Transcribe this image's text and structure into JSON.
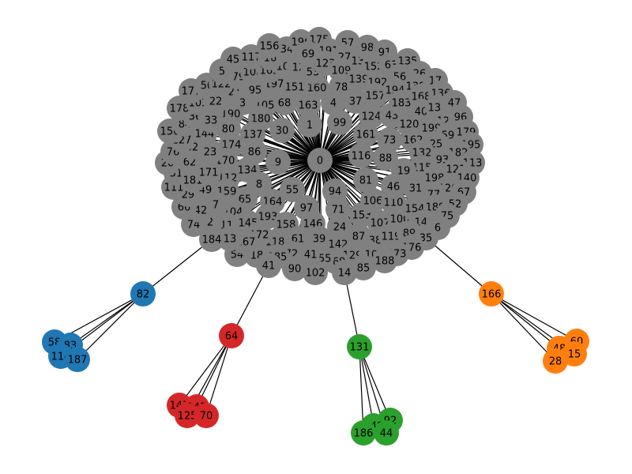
{
  "colors": {
    "core": "#808080",
    "blue": "#1f77b4",
    "red": "#d62728",
    "green": "#2ca02c",
    "orange": "#ff7f0e",
    "edge": "#000000",
    "background": "#ffffff"
  },
  "hub": "0",
  "core_nodes": [
    [
      "0",
      405,
      203
    ],
    [
      "1",
      392,
      158
    ],
    [
      "4",
      422,
      130
    ],
    [
      "30",
      357,
      165
    ],
    [
      "99",
      430,
      155
    ],
    [
      "163",
      390,
      133
    ],
    [
      "68",
      360,
      130
    ],
    [
      "105",
      335,
      133
    ],
    [
      "180",
      330,
      150
    ],
    [
      "137",
      320,
      170
    ],
    [
      "86",
      322,
      192
    ],
    [
      "9",
      352,
      205
    ],
    [
      "134",
      313,
      215
    ],
    [
      "8",
      328,
      233
    ],
    [
      "55",
      370,
      240
    ],
    [
      "65",
      310,
      252
    ],
    [
      "164",
      345,
      255
    ],
    [
      "193",
      339,
      274
    ],
    [
      "97",
      388,
      263
    ],
    [
      "146",
      396,
      283
    ],
    [
      "94",
      424,
      242
    ],
    [
      "71",
      428,
      265
    ],
    [
      "24",
      430,
      287
    ],
    [
      "116",
      457,
      197
    ],
    [
      "81",
      463,
      228
    ],
    [
      "88",
      488,
      200
    ],
    [
      "73",
      493,
      177
    ],
    [
      "161",
      463,
      170
    ],
    [
      "124",
      470,
      147
    ],
    [
      "43",
      496,
      146
    ],
    [
      "37",
      450,
      128
    ],
    [
      "78",
      432,
      110
    ],
    [
      "160",
      401,
      111
    ],
    [
      "151",
      373,
      110
    ],
    [
      "197",
      347,
      106
    ],
    [
      "95",
      323,
      114
    ],
    [
      "21",
      297,
      116
    ],
    [
      "3",
      307,
      130
    ],
    [
      "190",
      292,
      144
    ],
    [
      "80",
      289,
      163
    ],
    [
      "174",
      293,
      183
    ],
    [
      "170",
      285,
      203
    ],
    [
      "112",
      288,
      225
    ],
    [
      "159",
      287,
      242
    ],
    [
      "104",
      295,
      268
    ],
    [
      "145",
      314,
      282
    ],
    [
      "158",
      362,
      284
    ],
    [
      "118",
      348,
      306
    ],
    [
      "172",
      328,
      297
    ],
    [
      "61",
      377,
      302
    ],
    [
      "39",
      404,
      302
    ],
    [
      "142",
      428,
      309
    ],
    [
      "87",
      454,
      299
    ],
    [
      "153",
      458,
      272
    ],
    [
      "106",
      472,
      254
    ],
    [
      "110",
      498,
      256
    ],
    [
      "107",
      481,
      282
    ],
    [
      "100",
      506,
      277
    ],
    [
      "38",
      475,
      304
    ],
    [
      "119",
      495,
      299
    ],
    [
      "129",
      446,
      323
    ],
    [
      "10",
      470,
      322
    ],
    [
      "169",
      425,
      331
    ],
    [
      "155",
      407,
      327
    ],
    [
      "141",
      389,
      322
    ],
    [
      "72",
      369,
      321
    ],
    [
      "185",
      351,
      325
    ],
    [
      "18",
      325,
      323
    ],
    [
      "54",
      300,
      322
    ],
    [
      "167",
      311,
      306
    ],
    [
      "11",
      287,
      285
    ],
    [
      "13",
      291,
      302
    ],
    [
      "184",
      268,
      303
    ],
    [
      "2",
      266,
      281
    ],
    [
      "74",
      245,
      284
    ],
    [
      "7",
      273,
      259
    ],
    [
      "42",
      254,
      266
    ],
    [
      "66",
      233,
      262
    ],
    [
      "29",
      238,
      246
    ],
    [
      "49",
      260,
      240
    ],
    [
      "111",
      220,
      237
    ],
    [
      "51",
      223,
      219
    ],
    [
      "181",
      244,
      228
    ],
    [
      "171",
      264,
      218
    ],
    [
      "20",
      212,
      206
    ],
    [
      "62",
      240,
      205
    ],
    [
      "76",
      219,
      192
    ],
    [
      "32",
      243,
      186
    ],
    [
      "23",
      266,
      192
    ],
    [
      "127",
      230,
      177
    ],
    [
      "144",
      259,
      169
    ],
    [
      "150",
      215,
      166
    ],
    [
      "84",
      234,
      157
    ],
    [
      "36",
      247,
      147
    ],
    [
      "33",
      267,
      152
    ],
    [
      "178",
      227,
      137
    ],
    [
      "103",
      251,
      130
    ],
    [
      "22",
      273,
      128
    ],
    [
      "177",
      242,
      115
    ],
    [
      "50",
      262,
      108
    ],
    [
      "122",
      280,
      106
    ],
    [
      "79",
      302,
      97
    ],
    [
      "108",
      320,
      91
    ],
    [
      "165",
      341,
      89
    ],
    [
      "101",
      362,
      84
    ],
    [
      "12",
      378,
      85
    ],
    [
      "53",
      396,
      91
    ],
    [
      "5",
      281,
      90
    ],
    [
      "45",
      295,
      75
    ],
    [
      "117",
      318,
      72
    ],
    [
      "16",
      342,
      73
    ],
    [
      "34",
      363,
      62
    ],
    [
      "156",
      341,
      58
    ],
    [
      "196",
      381,
      53
    ],
    [
      "175",
      404,
      50
    ],
    [
      "69",
      390,
      68
    ],
    [
      "191",
      416,
      64
    ],
    [
      "57",
      440,
      54
    ],
    [
      "27",
      436,
      72
    ],
    [
      "123",
      412,
      80
    ],
    [
      "109",
      432,
      89
    ],
    [
      "130",
      457,
      77
    ],
    [
      "98",
      465,
      60
    ],
    [
      "91",
      487,
      66
    ],
    [
      "152",
      473,
      84
    ],
    [
      "63",
      495,
      82
    ],
    [
      "135",
      516,
      77
    ],
    [
      "139",
      454,
      100
    ],
    [
      "192",
      478,
      104
    ],
    [
      "157",
      475,
      121
    ],
    [
      "56",
      506,
      97
    ],
    [
      "26",
      531,
      93
    ],
    [
      "194",
      500,
      114
    ],
    [
      "138",
      526,
      109
    ],
    [
      "17",
      551,
      102
    ],
    [
      "183",
      508,
      130
    ],
    [
      "168",
      533,
      122
    ],
    [
      "136",
      558,
      118
    ],
    [
      "40",
      533,
      141
    ],
    [
      "133",
      554,
      136
    ],
    [
      "47",
      575,
      130
    ],
    [
      "120",
      518,
      157
    ],
    [
      "128",
      565,
      153
    ],
    [
      "199",
      546,
      162
    ],
    [
      "96",
      583,
      148
    ],
    [
      "162",
      523,
      177
    ],
    [
      "59",
      567,
      171
    ],
    [
      "179",
      590,
      167
    ],
    [
      "25",
      552,
      182
    ],
    [
      "132",
      534,
      193
    ],
    [
      "195",
      596,
      183
    ],
    [
      "182",
      580,
      193
    ],
    [
      "93",
      560,
      202
    ],
    [
      "113",
      598,
      206
    ],
    [
      "121",
      577,
      214
    ],
    [
      "115",
      534,
      212
    ],
    [
      "19",
      511,
      216
    ],
    [
      "198",
      550,
      225
    ],
    [
      "140",
      591,
      225
    ],
    [
      "31",
      526,
      238
    ],
    [
      "46",
      498,
      236
    ],
    [
      "126",
      567,
      238
    ],
    [
      "67",
      587,
      243
    ],
    [
      "77",
      549,
      246
    ],
    [
      "189",
      551,
      262
    ],
    [
      "52",
      576,
      258
    ],
    [
      "154",
      525,
      264
    ],
    [
      "75",
      566,
      273
    ],
    [
      "148",
      537,
      281
    ],
    [
      "6",
      554,
      288
    ],
    [
      "89",
      518,
      295
    ],
    [
      "35",
      539,
      301
    ],
    [
      "176",
      521,
      313
    ],
    [
      "173",
      502,
      321
    ],
    [
      "188",
      487,
      330
    ],
    [
      "85",
      460,
      339
    ],
    [
      "14",
      436,
      345
    ],
    [
      "102",
      399,
      345
    ],
    [
      "90",
      373,
      340
    ],
    [
      "41",
      340,
      336
    ]
  ],
  "clusters": [
    {
      "color_key": "blue",
      "parent": "82",
      "parent_pos": [
        181,
        372
      ],
      "attach": [
        268,
        303
      ],
      "children": [
        [
          "58",
          69,
          433
        ],
        [
          "83",
          89,
          437
        ],
        [
          "114",
          77,
          451
        ],
        [
          "187",
          98,
          455
        ]
      ]
    },
    {
      "color_key": "red",
      "parent": "64",
      "parent_pos": [
        293,
        425
      ],
      "attach": [
        340,
        336
      ],
      "children": [
        [
          "147",
          227,
          513
        ],
        [
          "143",
          249,
          515
        ],
        [
          "125",
          237,
          526
        ],
        [
          "70",
          261,
          526
        ]
      ]
    },
    {
      "color_key": "green",
      "parent": "131",
      "parent_pos": [
        455,
        439
      ],
      "attach": [
        436,
        345
      ],
      "children": [
        [
          "92",
          494,
          532
        ],
        [
          "149",
          473,
          539
        ],
        [
          "186",
          460,
          548
        ],
        [
          "44",
          489,
          548
        ]
      ]
    },
    {
      "color_key": "orange",
      "parent": "166",
      "parent_pos": [
        622,
        372
      ],
      "attach": [
        539,
        301
      ],
      "children": [
        [
          "60",
          730,
          432
        ],
        [
          "48",
          708,
          441
        ],
        [
          "15",
          727,
          448
        ],
        [
          "28",
          703,
          457
        ]
      ]
    }
  ]
}
